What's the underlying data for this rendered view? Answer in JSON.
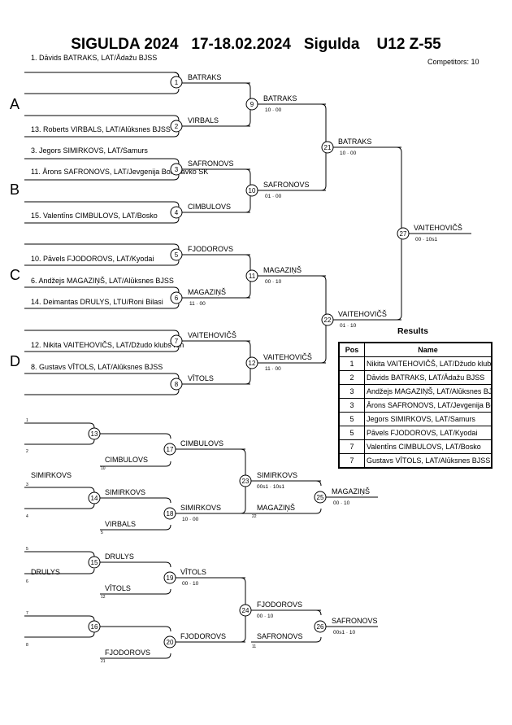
{
  "header": {
    "title": "SIGULDA 2024   17-18.02.2024   Sigulda    U12 Z-55",
    "competitors": "Competitors: 10"
  },
  "pools": [
    "A",
    "B",
    "C",
    "D"
  ],
  "entries": [
    "1. Dāvids BATRAKS, LAT/Ādažu BJSS",
    "13. Roberts VIRBALS, LAT/Alūksnes BJSS",
    "3. Jegors SIMIRKOVS, LAT/Samurs",
    "11. Ārons SAFRONOVS, LAT/Jevgenija Borodavko SK",
    "15. Valentīns CIMBULOVS, LAT/Bosko",
    "10. Pāvels FJODOROVS, LAT/Kyodai",
    "6. Andžejs MAGAZIŅŠ, LAT/Alūksnes BJSS",
    "14. Deimantas DRULYS, LTU/Roni Bilasi",
    "12. Nikita VAITEHOVIČS, LAT/Džudo klubs Kin",
    "8. Gustavs VĪTOLS, LAT/Alūksnes BJSS"
  ],
  "matches": [
    {
      "n": "1",
      "winner": "BATRAKS",
      "score": ""
    },
    {
      "n": "2",
      "winner": "VIRBALS",
      "score": ""
    },
    {
      "n": "3",
      "winner": "SAFRONOVS",
      "score": ""
    },
    {
      "n": "4",
      "winner": "CIMBULOVS",
      "score": ""
    },
    {
      "n": "5",
      "winner": "FJODOROVS",
      "score": ""
    },
    {
      "n": "6",
      "winner": "MAGAZIŅŠ",
      "score": "11 · 00"
    },
    {
      "n": "7",
      "winner": "VAITEHOVIČŠ",
      "score": ""
    },
    {
      "n": "8",
      "winner": "VĪTOLS",
      "score": ""
    },
    {
      "n": "9",
      "winner": "BATRAKS",
      "score": "10 · 00"
    },
    {
      "n": "10",
      "winner": "SAFRONOVS",
      "score": "01 · 00"
    },
    {
      "n": "11",
      "winner": "MAGAZIŅŠ",
      "score": "00 · 10"
    },
    {
      "n": "12",
      "winner": "VAITEHOVIČŠ",
      "score": "11 · 00"
    },
    {
      "n": "21",
      "winner": "BATRAKS",
      "score": "10 · 00"
    },
    {
      "n": "22",
      "winner": "VAITEHOVIČŠ",
      "score": "01 · 10"
    },
    {
      "n": "27",
      "winner": "VAITEHOVIČŠ",
      "score": "00 · 10s1"
    },
    {
      "n": "13",
      "winner": "",
      "score": ""
    },
    {
      "n": "14",
      "winner": "SIMIRKOVS",
      "score": ""
    },
    {
      "n": "17",
      "winner": "CIMBULOVS",
      "score": ""
    },
    {
      "n": "18",
      "winner": "SIMIRKOVS",
      "score": "10 · 00"
    },
    {
      "n": "23",
      "winner": "SIMIRKOVS",
      "score": "00s1 · 10s1"
    },
    {
      "n": "25",
      "winner": "MAGAZIŅŠ",
      "score": "00 · 10"
    },
    {
      "n": "15",
      "winner": "DRULYS",
      "score": ""
    },
    {
      "n": "16",
      "winner": "",
      "score": ""
    },
    {
      "n": "19",
      "winner": "VĪTOLS",
      "score": "00 · 10"
    },
    {
      "n": "20",
      "winner": "FJODOROVS",
      "score": ""
    },
    {
      "n": "24",
      "winner": "FJODOROVS",
      "score": "00 · 10"
    },
    {
      "n": "26",
      "winner": "SAFRONOVS",
      "score": "00s1 · 10"
    }
  ],
  "repechage_names": [
    "CIMBULOVS",
    "SIMIRKOVS",
    "VIRBALS",
    "MAGAZIŅŠ",
    "DRULYS",
    "VĪTOLS",
    "SAFRONOVS",
    "FJODOROVS"
  ],
  "seed_refs": [
    "1",
    "2",
    "10",
    "3",
    "4",
    "5",
    "22",
    "5",
    "6",
    "12",
    "7",
    "8",
    "21",
    "11"
  ],
  "results": {
    "title": "Results",
    "columns": [
      "Pos",
      "Name"
    ],
    "rows": [
      {
        "pos": "1",
        "name": "Nikita VAITEHOVIČŠ, LAT/Džudo klubs Kin"
      },
      {
        "pos": "2",
        "name": "Dāvids BATRAKS, LAT/Ādažu BJSS"
      },
      {
        "pos": "3",
        "name": "Andžejs MAGAZIŅŠ, LAT/Alūksnes BJSS"
      },
      {
        "pos": "3",
        "name": "Ārons SAFRONOVS, LAT/Jevgenija Borodavko SK"
      },
      {
        "pos": "5",
        "name": "Jegors SIMIRKOVS, LAT/Samurs"
      },
      {
        "pos": "5",
        "name": "Pāvels FJODOROVS, LAT/Kyodai"
      },
      {
        "pos": "7",
        "name": "Valentīns CIMBULOVS, LAT/Bosko"
      },
      {
        "pos": "7",
        "name": "Gustavs VĪTOLS, LAT/Alūksnes BJSS"
      }
    ]
  }
}
